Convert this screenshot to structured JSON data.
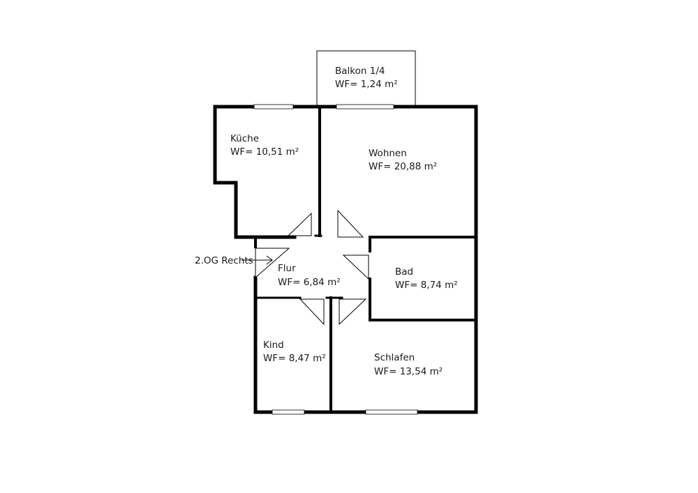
{
  "rooms": {
    "balkon": {
      "name": "Balkon 1/4",
      "area": "WF= 1,24 m²"
    },
    "kueche": {
      "name": "Küche",
      "area": "WF= 10,51 m²"
    },
    "wohnen": {
      "name": "Wohnen",
      "area": "WF= 20,88 m²"
    },
    "flur": {
      "name": "Flur",
      "area": "WF= 6,84 m²"
    },
    "bad": {
      "name": "Bad",
      "area": "WF= 8,74 m²"
    },
    "kind": {
      "name": "Kind",
      "area": "WF= 8,47 m²"
    },
    "schlafen": {
      "name": "Schlafen",
      "area": "WF= 13,54 m²"
    }
  },
  "entrance": {
    "label": "2.OG Rechts"
  }
}
